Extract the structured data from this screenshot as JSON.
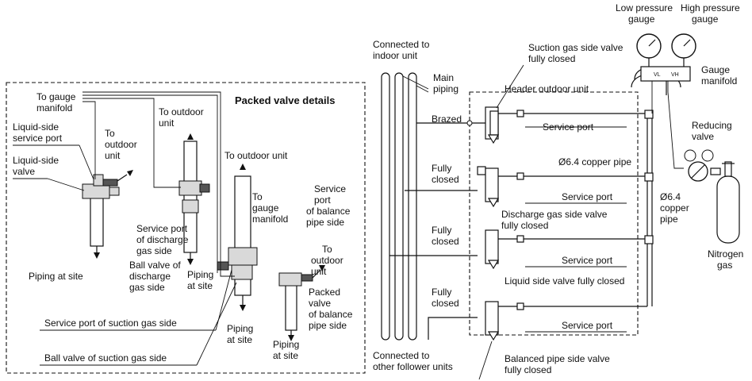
{
  "packed_valve": {
    "title": "Packed valve details",
    "to_gauge_manifold_1": "To gauge",
    "to_gauge_manifold_2": "manifold",
    "liquid_service_port_1": "Liquid-side",
    "liquid_service_port_2": "service port",
    "liquid_valve_1": "Liquid-side",
    "liquid_valve_2": "valve",
    "to_outdoor_a_1": "To",
    "to_outdoor_a_2": "outdoor",
    "to_outdoor_a_3": "unit",
    "to_outdoor_b_1": "To outdoor",
    "to_outdoor_b_2": "unit",
    "service_port_discharge_1": "Service port",
    "service_port_discharge_2": "of discharge",
    "service_port_discharge_3": "gas side",
    "ball_valve_discharge_1": "Ball valve of",
    "ball_valve_discharge_2": "discharge",
    "ball_valve_discharge_3": "gas side",
    "piping_at_site_left": "Piping at site",
    "piping_at_site_mid_1": "Piping",
    "piping_at_site_mid_2": "at site",
    "to_outdoor_c": "To outdoor unit",
    "to_gauge_c_1": "To",
    "to_gauge_c_2": "gauge",
    "to_gauge_c_3": "manifold",
    "service_port_balance_1": "Service",
    "service_port_balance_2": "port",
    "service_port_balance_3": "of balance",
    "service_port_balance_4": "pipe side",
    "to_outdoor_d_1": "To",
    "to_outdoor_d_2": "outdoor",
    "to_outdoor_d_3": "unit",
    "packed_valve_balance_1": "Packed",
    "packed_valve_balance_2": "valve",
    "packed_valve_balance_3": "of balance",
    "packed_valve_balance_4": "pipe side",
    "service_port_suction": "Service port of suction gas side",
    "ball_valve_suction": "Ball valve of suction gas side",
    "piping_at_site_c_1": "Piping",
    "piping_at_site_c_2": "at site",
    "piping_at_site_d_1": "Piping",
    "piping_at_site_d_2": "at site"
  },
  "system": {
    "connected_indoor_1": "Connected to",
    "connected_indoor_2": "indoor unit",
    "main_piping_1": "Main",
    "main_piping_2": "piping",
    "brazed": "Brazed",
    "suction_valve_1": "Suction gas side valve",
    "suction_valve_2": "fully closed",
    "header_outdoor_unit": "Header outdoor unit",
    "low_pressure_1": "Low pressure",
    "low_pressure_2": "gauge",
    "high_pressure_1": "High pressure",
    "high_pressure_2": "gauge",
    "gauge_manifold_1": "Gauge",
    "gauge_manifold_2": "manifold",
    "service_port_1": "Service port",
    "copper_pipe_1": "Ø6.4 copper pipe",
    "reducing_valve_1": "Reducing",
    "reducing_valve_2": "valve",
    "fully_closed_a_1": "Fully",
    "fully_closed_a_2": "closed",
    "service_port_2": "Service port",
    "discharge_valve_1": "Discharge gas side valve",
    "discharge_valve_2": "fully closed",
    "copper_pipe_2_1": "Ø6.4",
    "copper_pipe_2_2": "copper",
    "copper_pipe_2_3": "pipe",
    "fully_closed_b_1": "Fully",
    "fully_closed_b_2": "closed",
    "service_port_3": "Service port",
    "nitrogen_1": "Nitrogen",
    "nitrogen_2": "gas",
    "liquid_valve": "Liquid side valve fully closed",
    "fully_closed_c_1": "Fully",
    "fully_closed_c_2": "closed",
    "service_port_4": "Service port",
    "connected_follower_1": "Connected to",
    "connected_follower_2": "other follower units",
    "balanced_valve_1": "Balanced pipe side valve",
    "balanced_valve_2": "fully closed",
    "gauge_vl": "VL",
    "gauge_vh": "VH"
  }
}
